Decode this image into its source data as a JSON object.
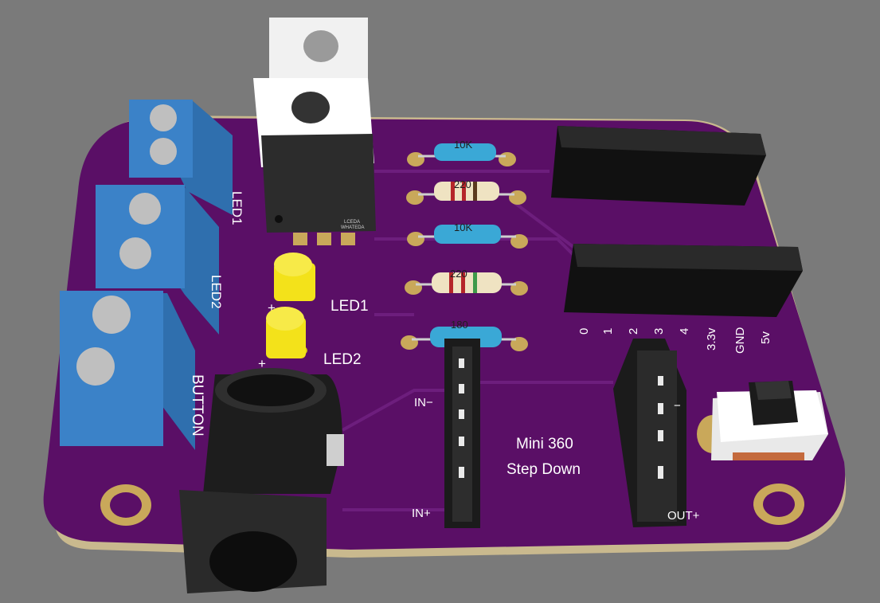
{
  "colors": {
    "background": "#7a7a7a",
    "pcb": "#5a0f66",
    "pcb_edge": "#3a0645",
    "silkscreen": "#ffffff",
    "terminal_block": "#3b82c8",
    "led": "#f3e21a",
    "header": "#1b1b1b",
    "pad_gold": "#c9a85a"
  },
  "terminals": {
    "top_label": "LED1",
    "middle_label": "LED2",
    "bottom_label": "BUTTON"
  },
  "leds": {
    "led1_label": "LED1",
    "led2_label": "LED2",
    "polarity_mark": "+"
  },
  "resistors": [
    {
      "value": "10K",
      "color": "#3aa8d6"
    },
    {
      "value": "220",
      "color": "#efe3c2"
    },
    {
      "value": "10K",
      "color": "#3aa8d6"
    },
    {
      "value": "220",
      "color": "#efe3c2"
    },
    {
      "value": "180",
      "color": "#3aa8d6"
    }
  ],
  "regulator": {
    "marking_line1": "LCEDA",
    "marking_line2": "WHATEDA"
  },
  "header_pins": [
    "0",
    "1",
    "2",
    "3",
    "4",
    "3.3v",
    "GND",
    "5v"
  ],
  "module": {
    "title_line1": "Mini 360",
    "title_line2": "Step Down",
    "in_minus": "IN−",
    "in_plus": "IN+",
    "out_minus": "−",
    "out_plus": "OUT+"
  },
  "switch": {
    "label": ""
  }
}
